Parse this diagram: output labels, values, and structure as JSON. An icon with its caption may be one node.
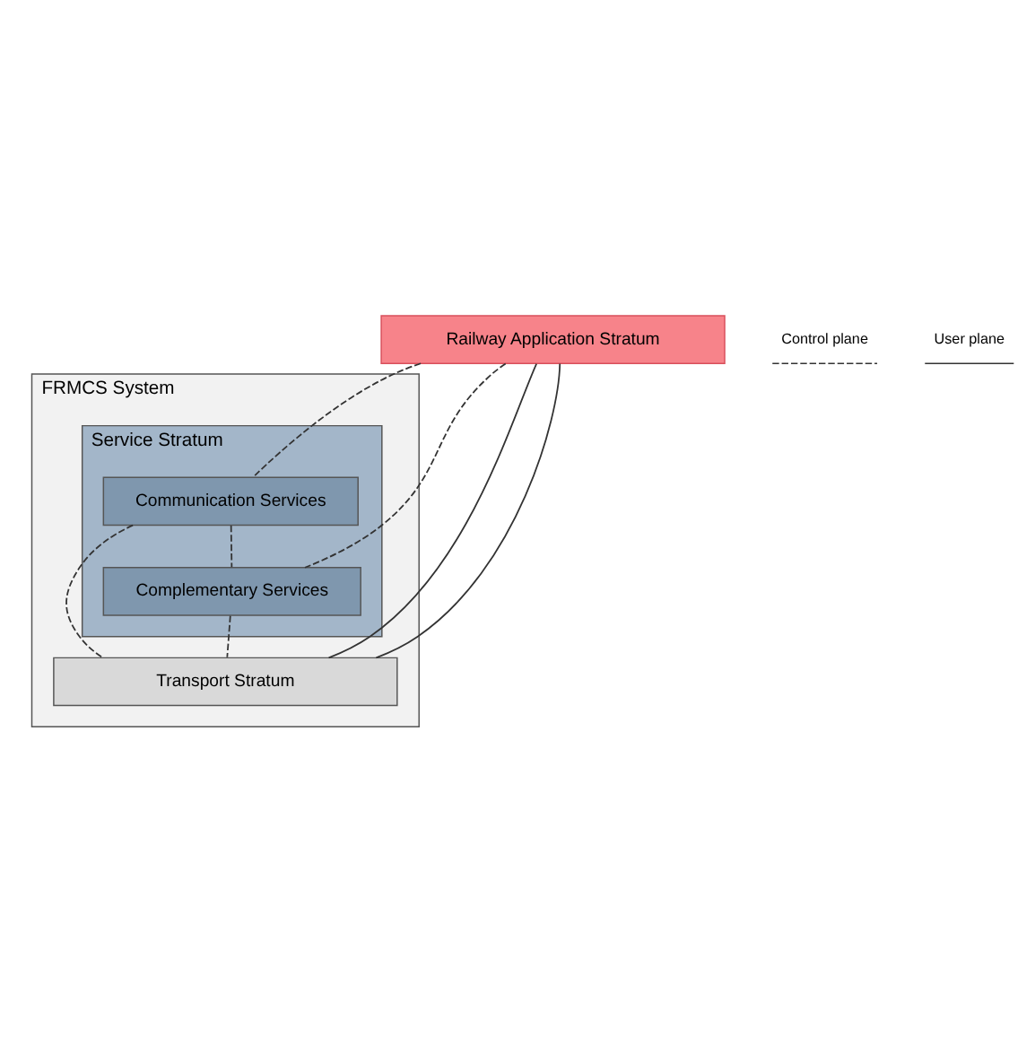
{
  "diagram": {
    "nodes": [
      {
        "text": [
          "Railway Application Stratum"
        ]
      },
      {
        "text": [
          "FRMCS System"
        ]
      },
      {
        "text": [
          "Service Stratum"
        ],
        "in": 1
      },
      {
        "text": [
          "Communication Services"
        ],
        "in": 2
      },
      {
        "text": [
          "Complementary Services"
        ],
        "in": 2
      },
      {
        "text": [
          "Transport Stratum"
        ],
        "in": 1
      }
    ],
    "edges": [
      {
        "from": 0,
        "to": 3,
        "arrow": "none",
        "style": "dashed"
      },
      {
        "from": 0,
        "to": 4,
        "arrow": "none",
        "style": "dashed"
      },
      {
        "from": 0,
        "to": 5,
        "arrow": "none"
      },
      {
        "from": 0,
        "to": 5,
        "arrow": "none"
      },
      {
        "from": 3,
        "to": 4,
        "arrow": "none",
        "style": "dashed"
      },
      {
        "from": 3,
        "to": 5,
        "arrow": "none",
        "style": "dashed"
      },
      {
        "from": 4,
        "to": 5,
        "arrow": "none",
        "style": "dashed"
      }
    ],
    "legend": [
      {
        "text": "Control plane"
      },
      {
        "text": "User plane"
      }
    ]
  }
}
